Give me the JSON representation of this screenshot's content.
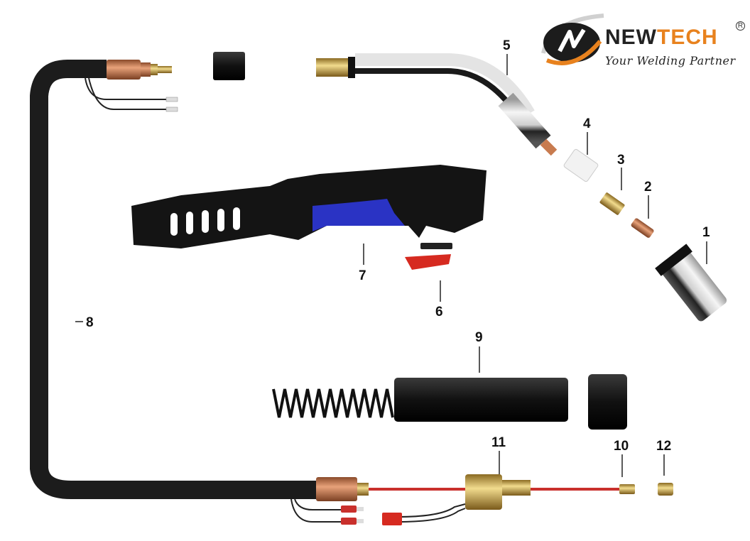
{
  "brand": {
    "name_part1": "NEW",
    "name_part2": "TECH",
    "registered_mark": "R",
    "tagline": "Your Welding Partner",
    "colors": {
      "orange": "#e8821e",
      "dark": "#222222"
    }
  },
  "diagram": {
    "title": "MIG welding torch exploded parts view",
    "callouts": [
      {
        "number": "1",
        "part": "gas nozzle"
      },
      {
        "number": "2",
        "part": "contact tip"
      },
      {
        "number": "3",
        "part": "tip holder"
      },
      {
        "number": "4",
        "part": "gas diffuser"
      },
      {
        "number": "5",
        "part": "swan neck"
      },
      {
        "number": "6",
        "part": "trigger switch"
      },
      {
        "number": "7",
        "part": "handle"
      },
      {
        "number": "8",
        "part": "cable assembly"
      },
      {
        "number": "9",
        "part": "rear handle with spring"
      },
      {
        "number": "10",
        "part": "wire liner"
      },
      {
        "number": "11",
        "part": "central connector"
      },
      {
        "number": "12",
        "part": "liner nut"
      }
    ],
    "colors": {
      "cable": "#1c1c1c",
      "copper": "#c87b4f",
      "brass": "#c9a650",
      "chrome": "#d9d9d9",
      "handle_blue": "#2a33c4",
      "trigger_red": "#d62a20",
      "liner_red": "#c9302c"
    }
  }
}
